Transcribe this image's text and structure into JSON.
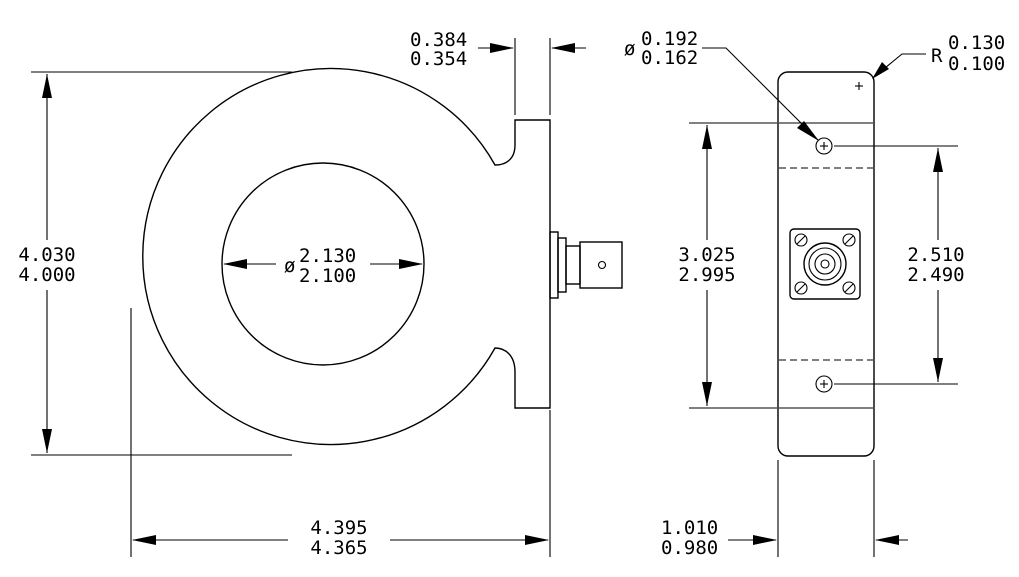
{
  "views": {
    "front": {
      "height_dim": {
        "max": "4.030",
        "min": "4.000"
      },
      "width_dim": {
        "max": "4.395",
        "min": "4.365"
      },
      "bore_dim": {
        "symbol": "ø",
        "max": "2.130",
        "min": "2.100"
      },
      "tab_dim": {
        "max": "0.384",
        "min": "0.354"
      }
    },
    "side": {
      "hole_dim": {
        "symbol": "ø",
        "max": "0.192",
        "min": "0.162"
      },
      "radius_dim": {
        "symbol": "R",
        "max": "0.130",
        "min": "0.100"
      },
      "height_dim": {
        "max": "3.025",
        "min": "2.995"
      },
      "hole_spacing_dim": {
        "max": "2.510",
        "min": "2.490"
      },
      "width_dim": {
        "max": "1.010",
        "min": "0.980"
      }
    }
  }
}
